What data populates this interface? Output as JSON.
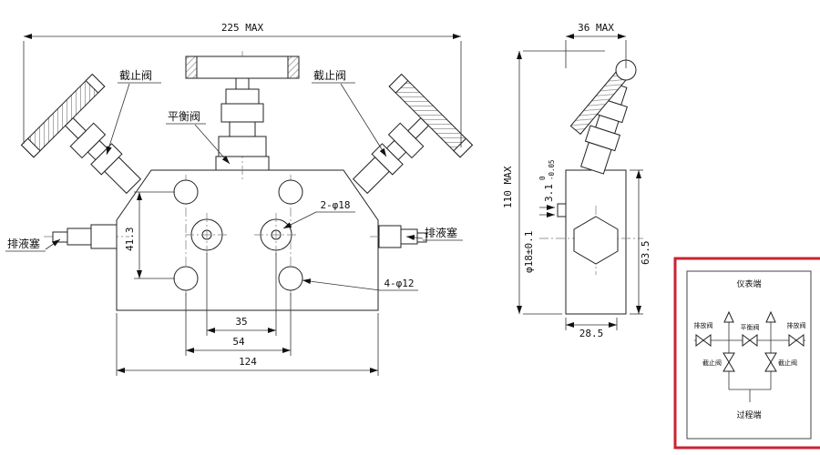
{
  "front_view": {
    "dim_total_width": "225 MAX",
    "label_shutoff_left": "截止阀",
    "label_shutoff_right": "截止阀",
    "label_balance_valve": "平衡阀",
    "label_drain_plug_left": "排液塞",
    "label_drain_plug_right": "排液塞",
    "dim_vertical_spacing": "41.3",
    "callout_big_holes": "2-φ18",
    "callout_small_holes": "4-φ12",
    "dim_center_spacing": "35",
    "dim_hole_spacing": "54",
    "dim_body_width": "124"
  },
  "side_view": {
    "dim_depth": "36 MAX",
    "dim_total_height": "110 MAX",
    "dim_face_thickness": "3.1",
    "tol_upper": "0",
    "tol_lower": "-0.05",
    "dim_bore": "φ18±0.1",
    "dim_partial_height": "63.5",
    "dim_base_depth": "28.5"
  },
  "schematic": {
    "border_color": "#cc2233",
    "label_instrument_end": "仪表端",
    "label_process_end": "过程端",
    "label_drain_left": "排放阀",
    "label_drain_right": "排放阀",
    "label_balance": "平衡阀",
    "label_shutoff_left": "截止阀",
    "label_shutoff_right": "截止阀"
  }
}
